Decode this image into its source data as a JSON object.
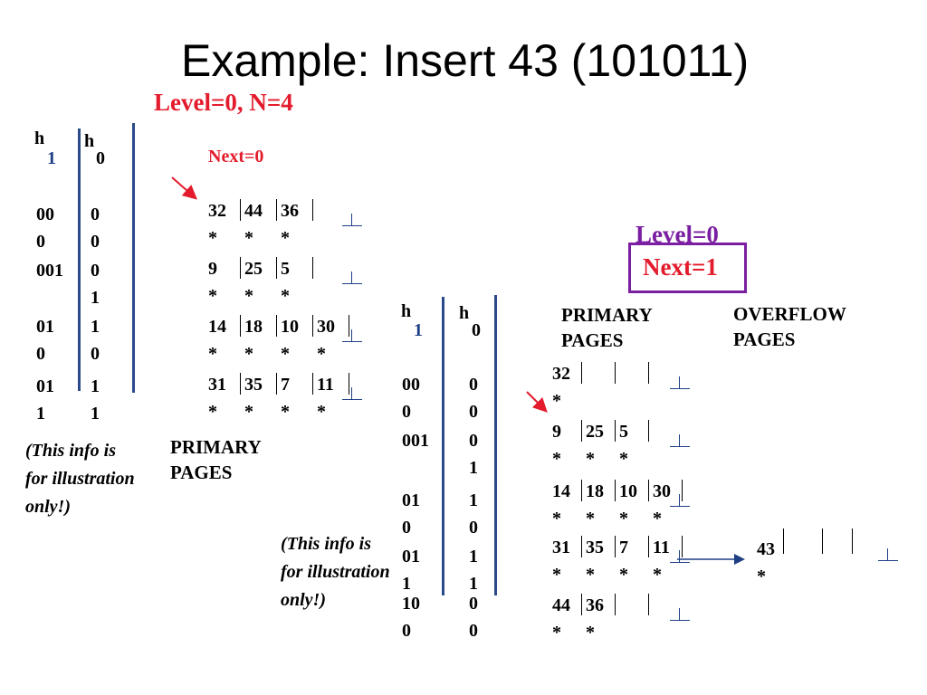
{
  "title": "Example: Insert 43  (101011)",
  "left": {
    "level_label": "Level=0, N=4",
    "next_label": "Next=0",
    "hash_headers": {
      "h1": "h",
      "h1_sub": "1",
      "h0": "h",
      "h0_sub": "0"
    },
    "h1_values": [
      "00\n0",
      "001",
      "01\n0",
      "01\n1"
    ],
    "h0_values": [
      "0\n0",
      "0\n1",
      "1\n0",
      "1\n1"
    ],
    "buckets": [
      [
        "32*",
        "44*",
        "36*"
      ],
      [
        "9*",
        "25*",
        "5*"
      ],
      [
        "14*",
        "18*",
        "10*",
        "30*"
      ],
      [
        "31*",
        "35*",
        "7*",
        "11*"
      ]
    ],
    "note": "(This info is for illustration only!)",
    "primary_label": "PRIMARY PAGES"
  },
  "right": {
    "level_label": "Level=0",
    "next_label": "Next=1",
    "hash_headers": {
      "h1": "h",
      "h1_sub": "1",
      "h0": "h",
      "h0_sub": "0"
    },
    "h1_values": [
      "00\n0",
      "001",
      "01\n0",
      "01\n1",
      "10\n0"
    ],
    "h0_values": [
      "0\n0",
      "0\n1",
      "1\n0",
      "1\n1",
      "0\n0"
    ],
    "buckets": [
      [
        "32*"
      ],
      [
        "9*",
        "25*",
        "5*"
      ],
      [
        "14*",
        "18*",
        "10*",
        "30*"
      ],
      [
        "31*",
        "35*",
        "7*",
        "11*"
      ],
      [
        "44*",
        "36*"
      ]
    ],
    "overflow": [
      "43*"
    ],
    "primary_label": "PRIMARY PAGES",
    "overflow_label": "OVERFLOW PAGES",
    "note": "(This info is for illustration only!)"
  },
  "colors": {
    "red": "#e31b2c",
    "purple": "#7b1fa2",
    "navy": "#1f3f85"
  }
}
